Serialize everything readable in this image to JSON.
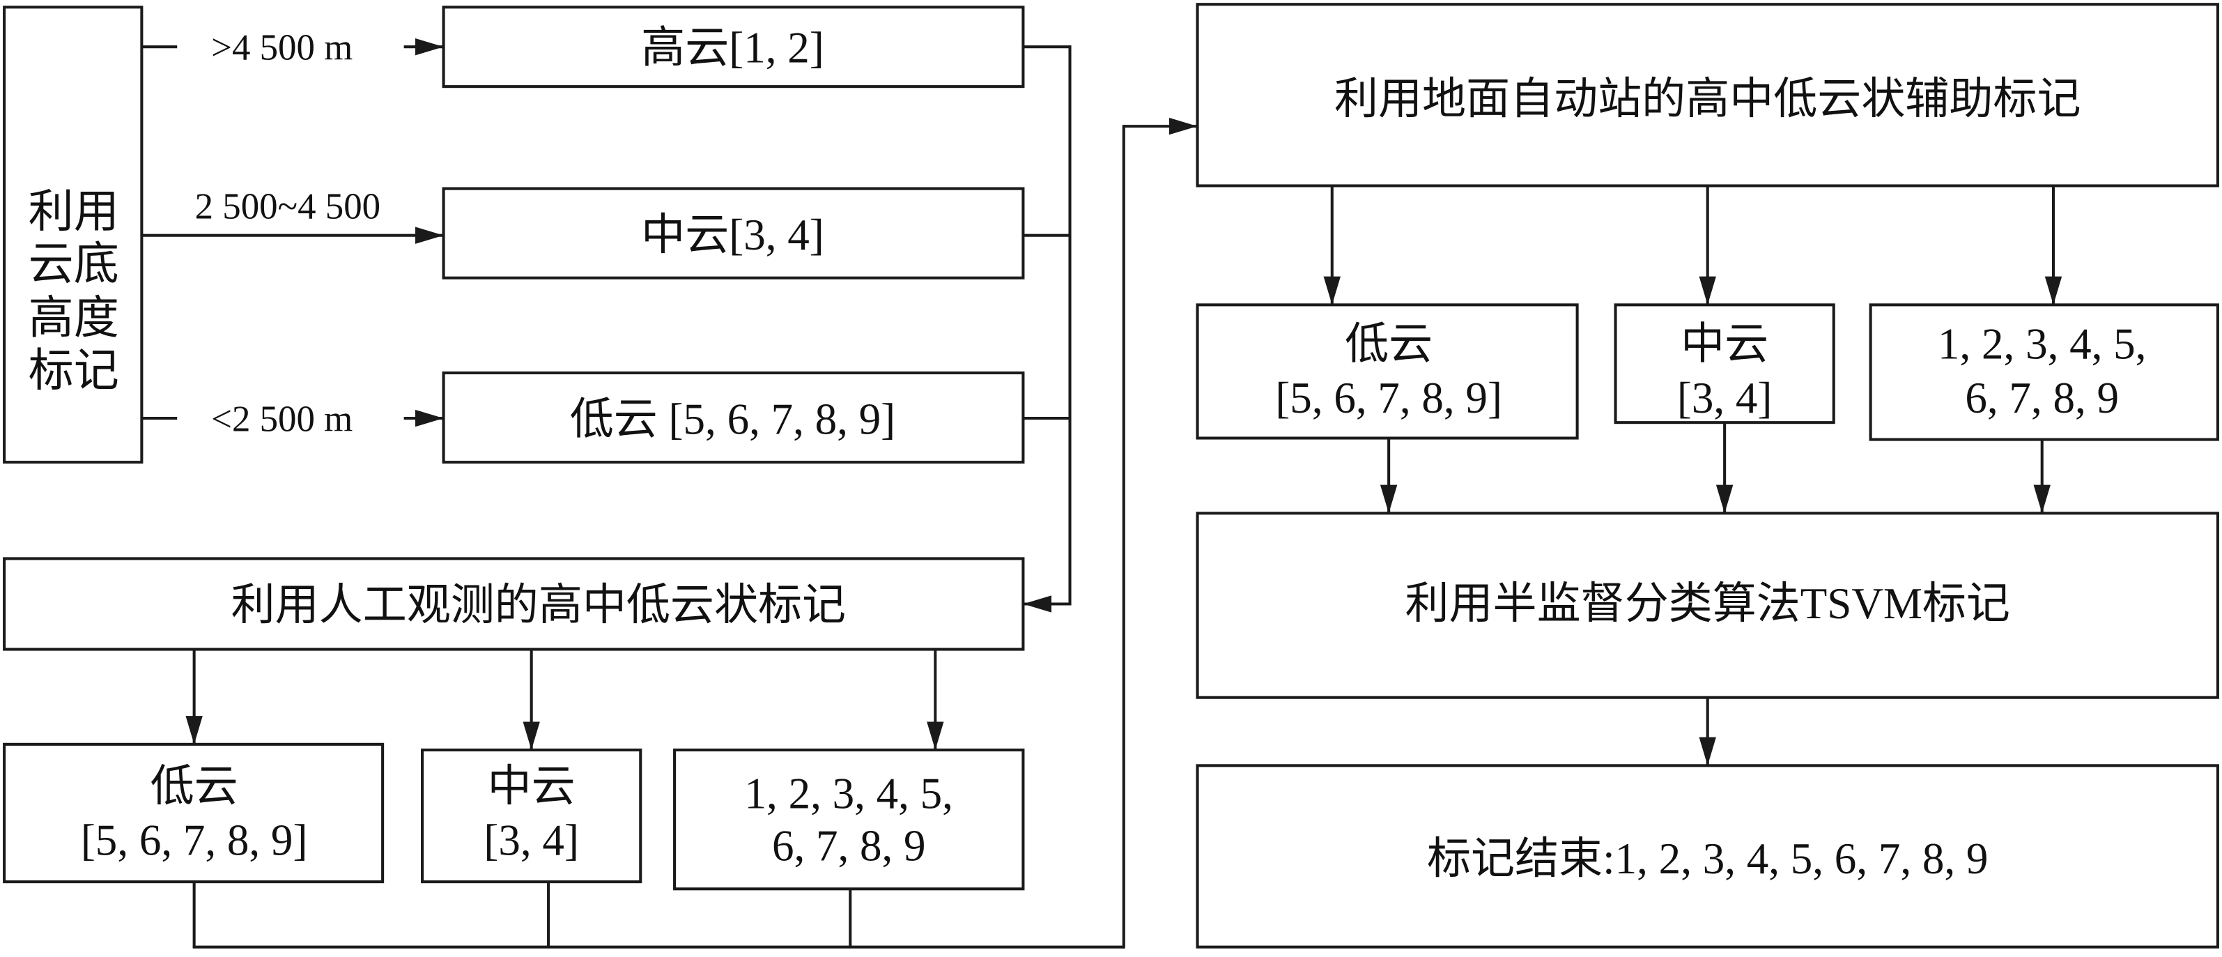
{
  "left_box": {
    "label_lines": [
      "利用",
      "云底",
      "高度",
      "标记"
    ]
  },
  "thresholds": {
    "high": ">4 500 m",
    "mid": "2 500~4 500",
    "low": "<2 500 m"
  },
  "cloud_height_boxes": {
    "high": "高云[1, 2]",
    "mid": "中云[3, 4]",
    "low": "低云 [5, 6, 7, 8, 9]"
  },
  "manual_box": "利用人工观测的高中低云状标记",
  "manual_results": {
    "low": [
      "低云",
      "[5, 6, 7, 8, 9]"
    ],
    "mid": [
      "中云",
      "[3, 4]"
    ],
    "all": [
      "1, 2, 3, 4, 5,",
      "6, 7, 8, 9"
    ]
  },
  "auto_box": "利用地面自动站的高中低云状辅助标记",
  "auto_results": {
    "low": [
      "低云",
      "[5, 6, 7, 8, 9]"
    ],
    "mid": [
      "中云",
      "[3, 4]"
    ],
    "all": [
      "1, 2, 3, 4, 5,",
      "6, 7, 8, 9"
    ]
  },
  "tsvm_box": "利用半监督分类算法TSVM标记",
  "end_box": "标记结束:1, 2, 3, 4, 5, 6, 7, 8, 9"
}
